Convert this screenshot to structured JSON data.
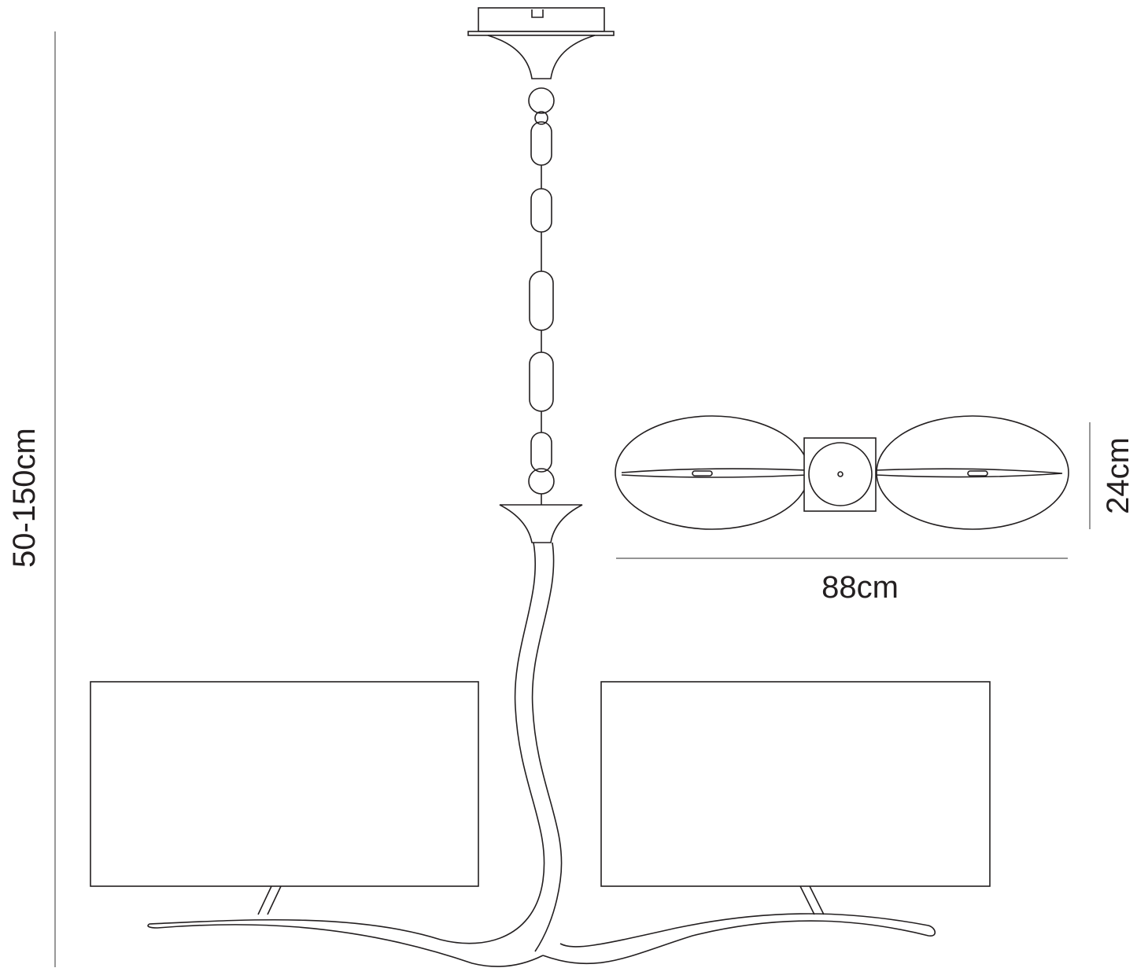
{
  "dimensions": {
    "height_range": "50-150cm",
    "width": "88cm",
    "depth": "24cm"
  }
}
